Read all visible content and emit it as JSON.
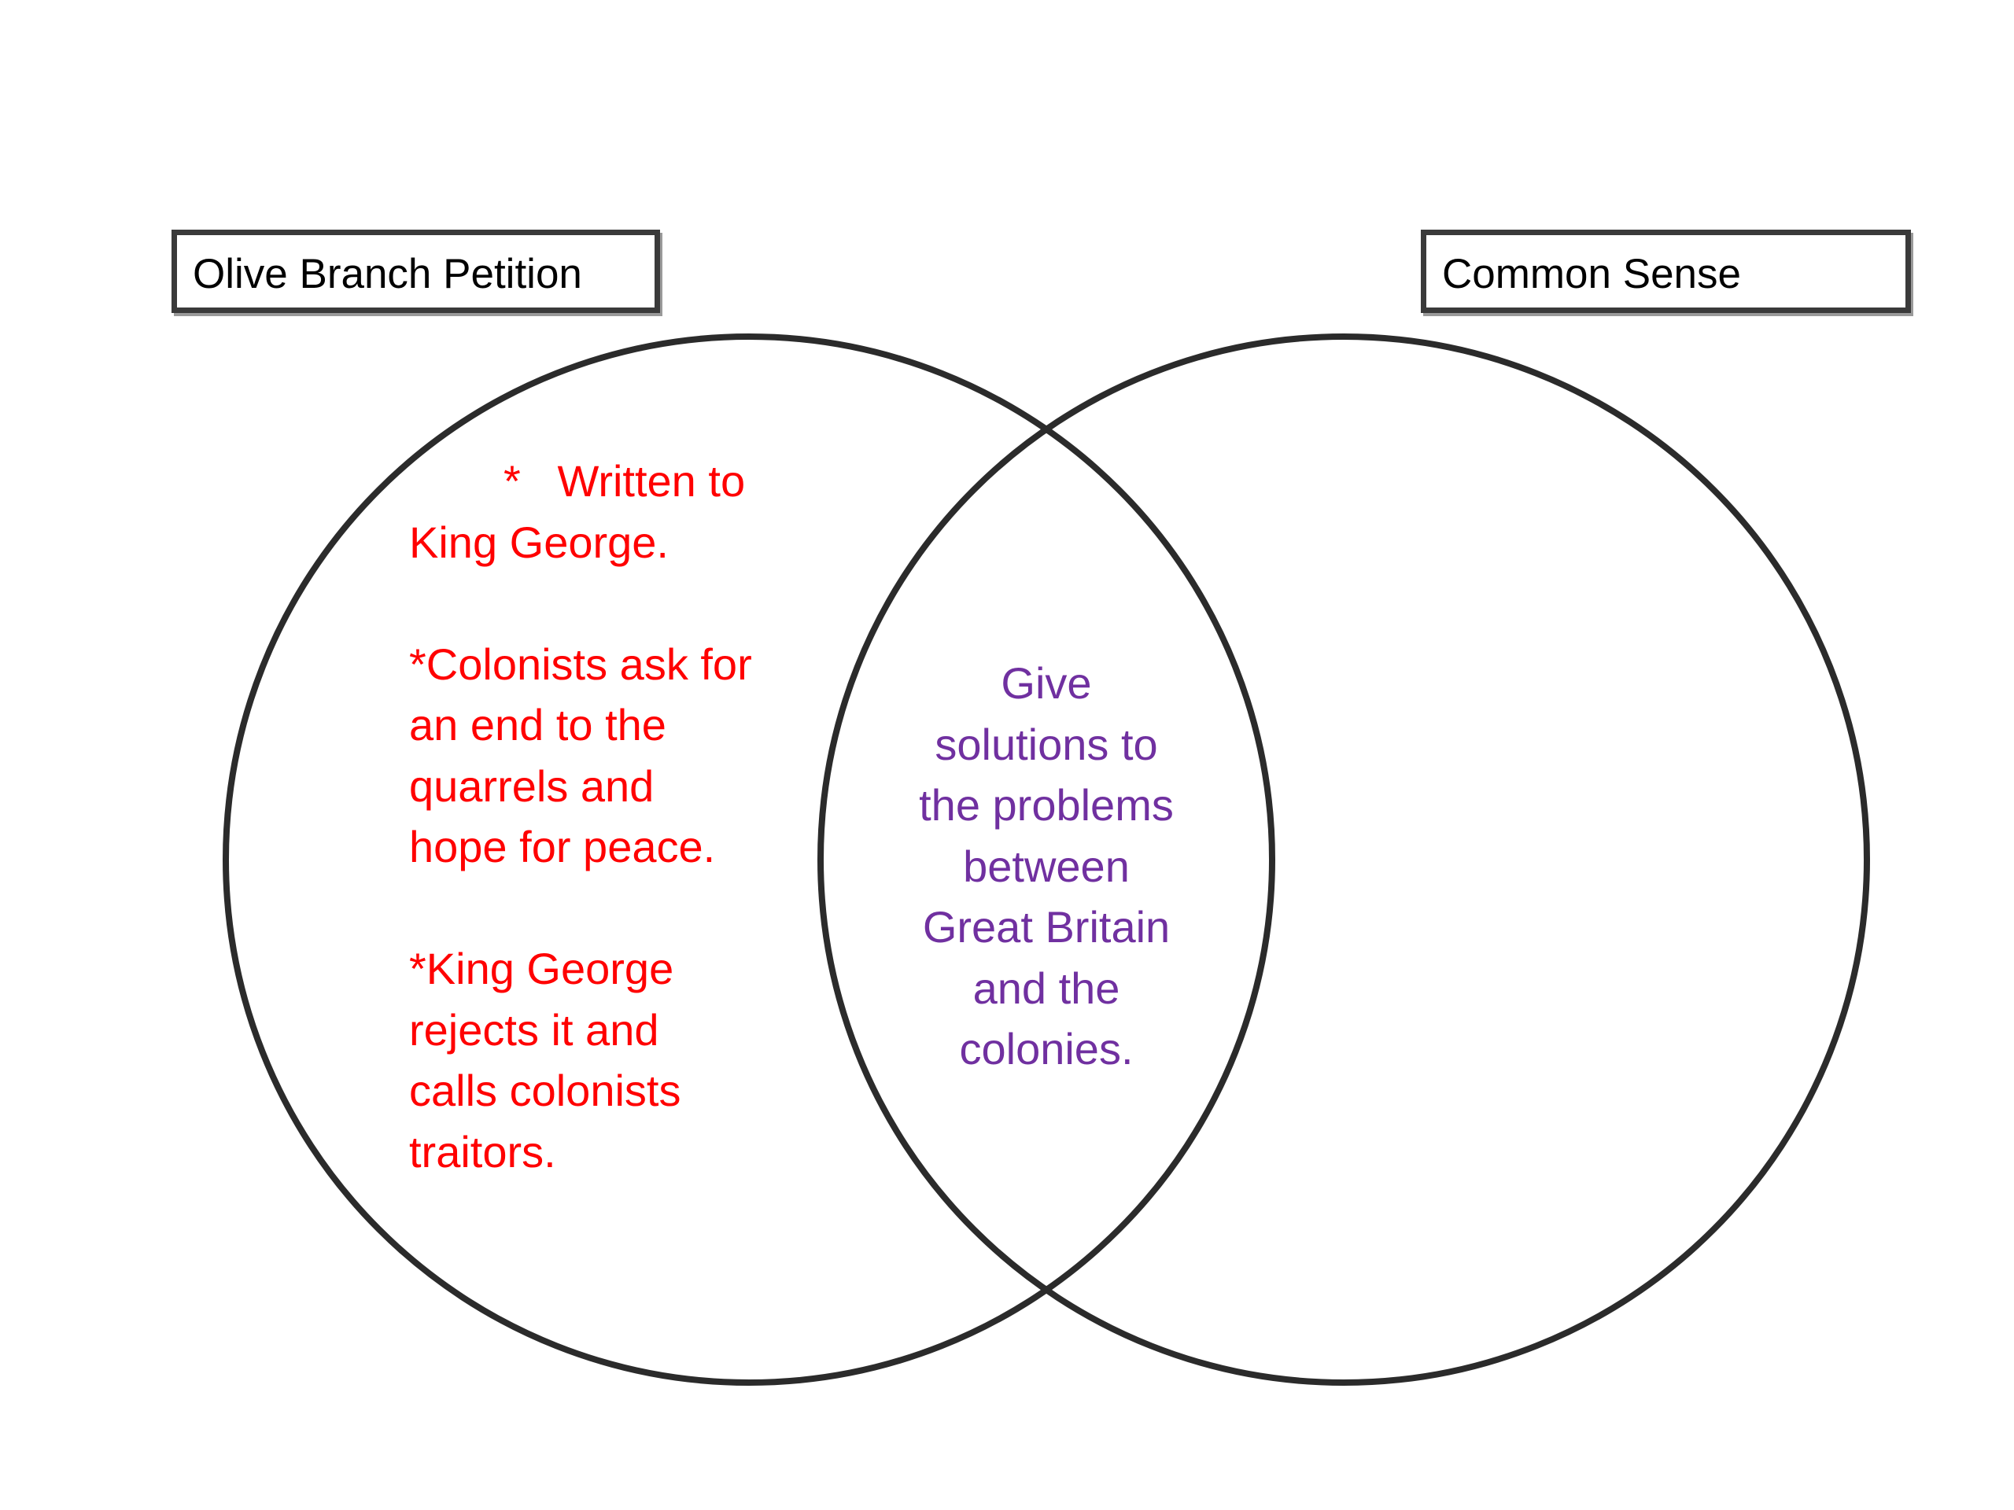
{
  "colors": {
    "left_text": "#ff0000",
    "center_text": "#7030a0",
    "circle_stroke": "#2b2b2b",
    "box_border": "#3a3a3a"
  },
  "left_set": {
    "label": "Olive Branch Petition",
    "notes": [
      {
        "marker": "*",
        "lines": [
          "Written to",
          "King George."
        ]
      },
      {
        "lines": [
          "*Colonists ask for",
          "an end to the",
          "quarrels and",
          "hope for peace."
        ]
      },
      {
        "lines": [
          "*King George",
          "rejects it and",
          "calls colonists",
          "traitors."
        ]
      }
    ]
  },
  "right_set": {
    "label": "Common Sense"
  },
  "intersection": {
    "lines": [
      "Give",
      "solutions to",
      "the problems",
      "between",
      "Great Britain",
      "and the",
      "colonies."
    ]
  }
}
